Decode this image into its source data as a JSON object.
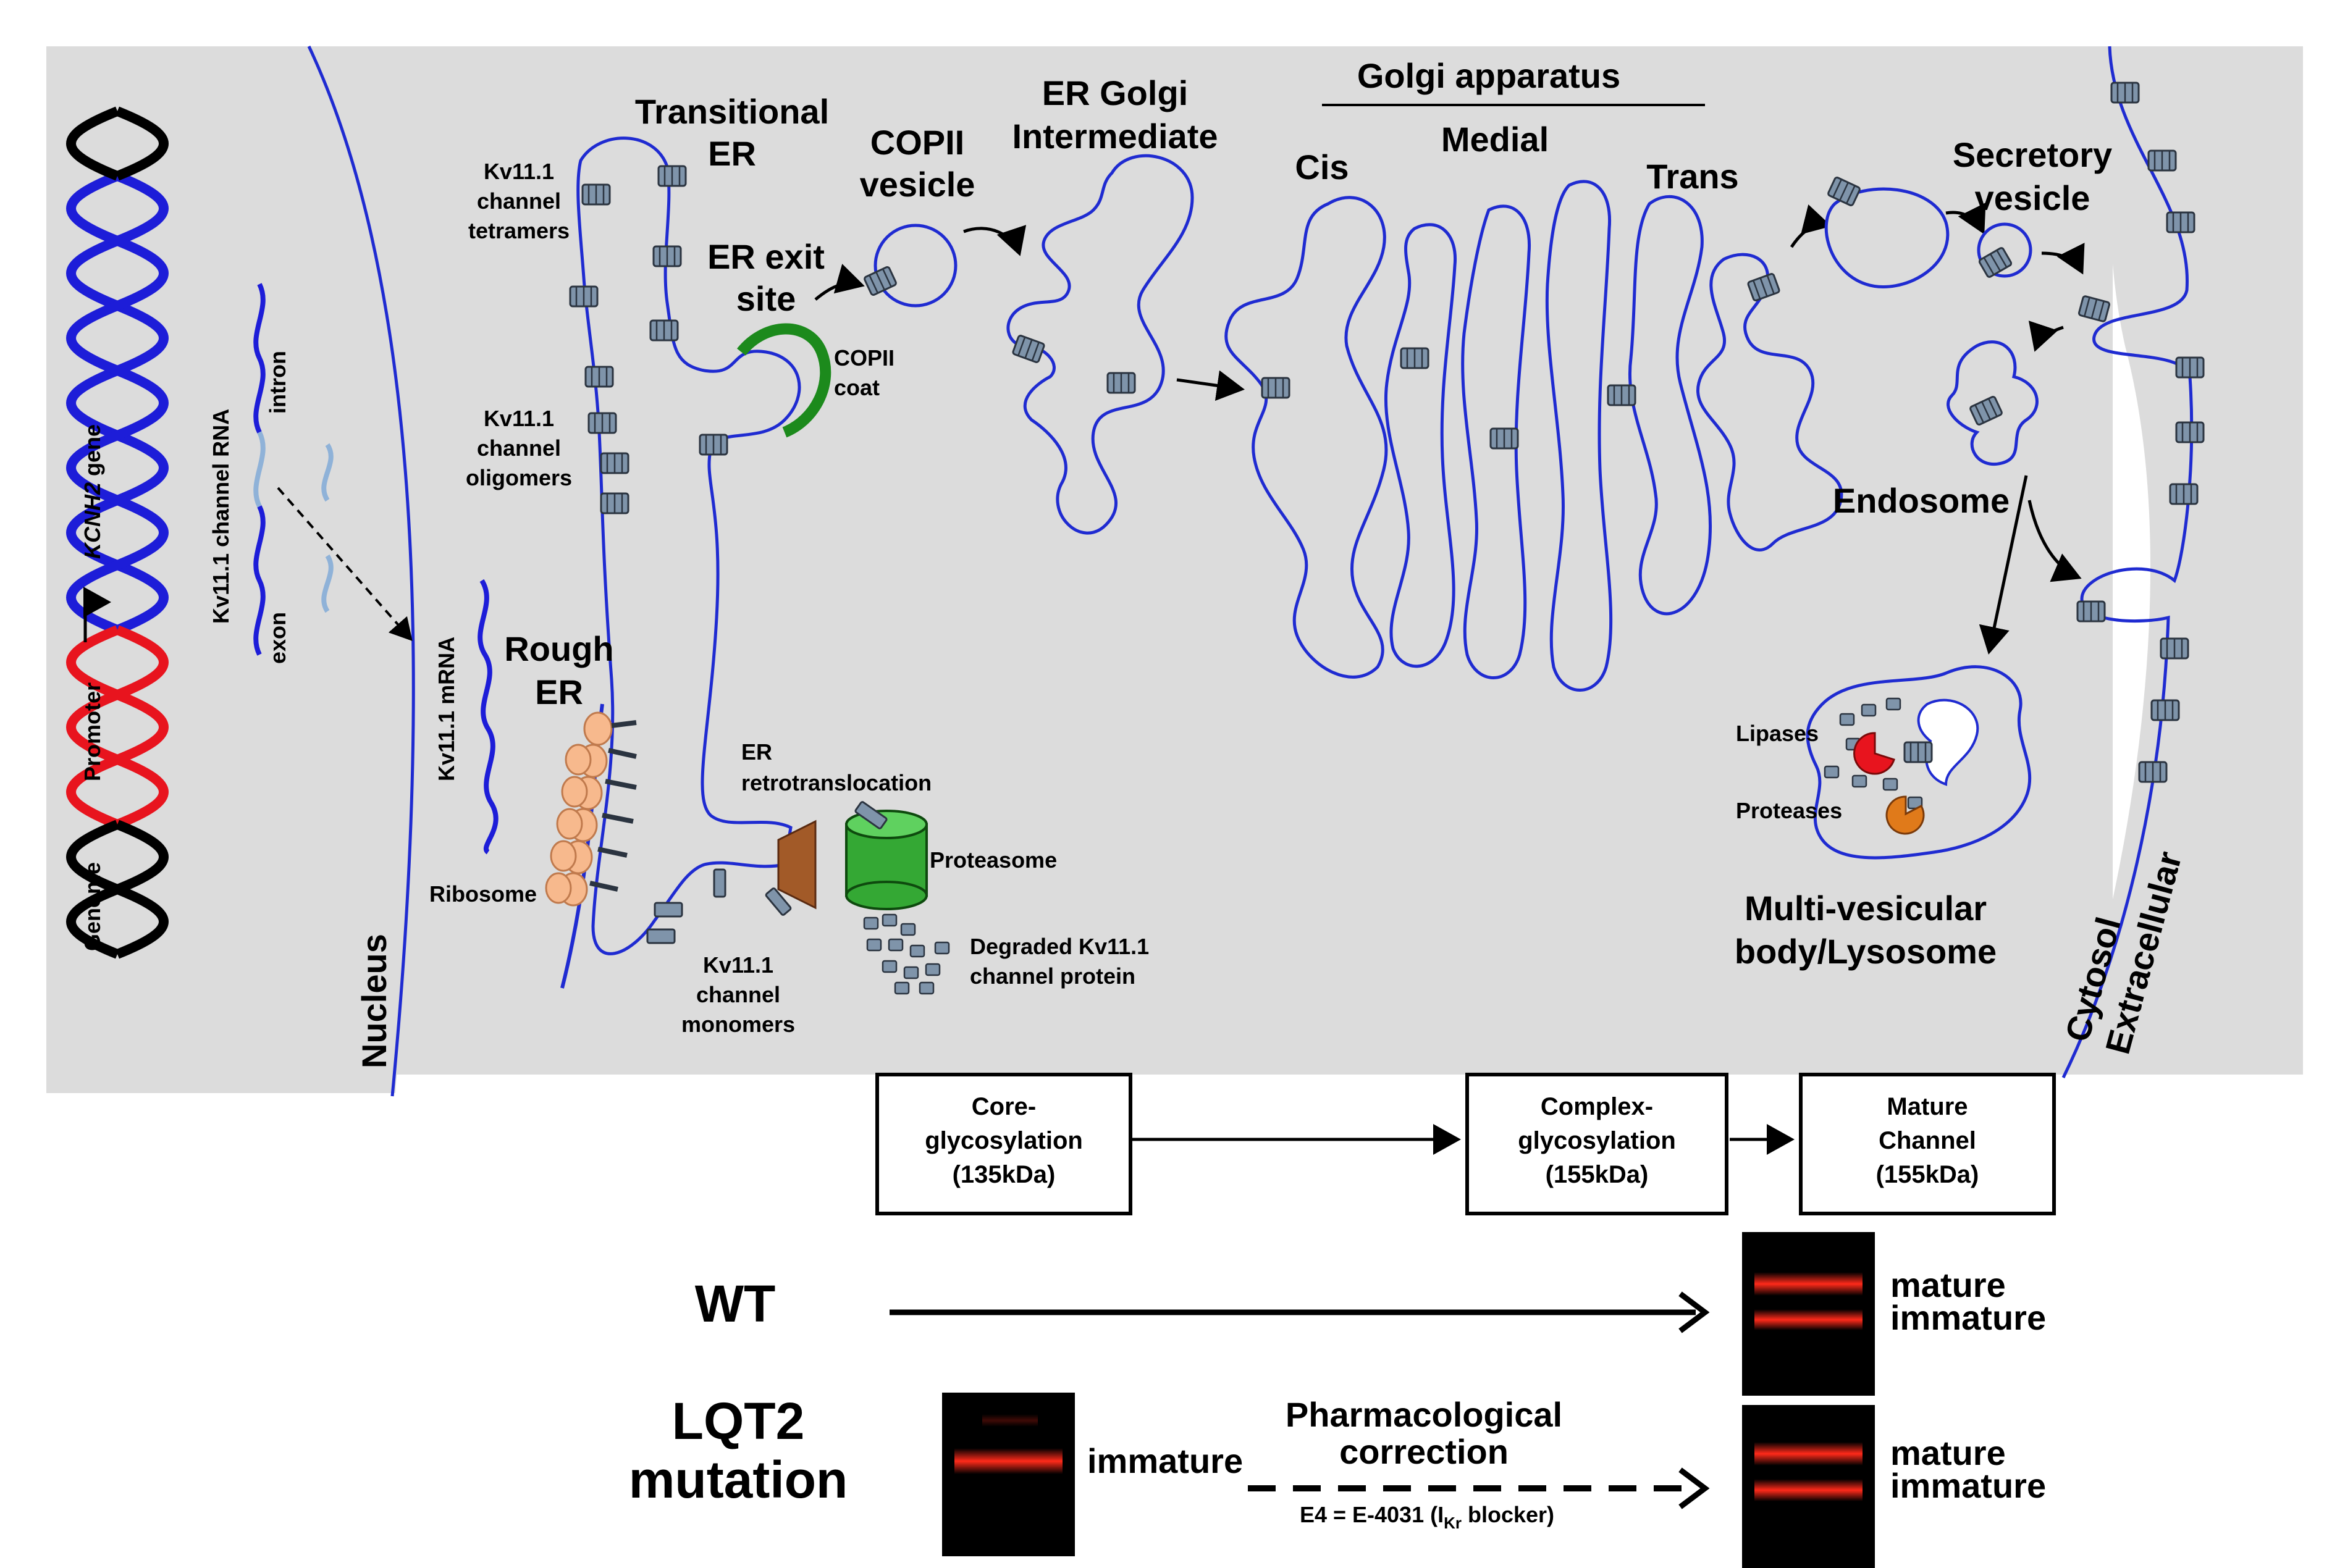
{
  "colors": {
    "membrane": "#1f2bd1",
    "organelle_fill": "#dcdcdc",
    "background_panel": "#dcdcdc",
    "channel": "#7f94aa",
    "ribosome": "#f7b98d",
    "copii_coat": "#1c8a1c",
    "proteasome": "#34a834",
    "retrotranslocon": "#a25a28",
    "lipase": "#e8141e",
    "protease": "#e07a1a",
    "promoter": "#e8141e",
    "gene": "#1d1dd8",
    "blot_band": "#ff2a1a"
  },
  "labels": {
    "genome": "Genome",
    "promoter": "Promoter",
    "gene_italic": "KCNH2",
    "gene_suffix": " gene",
    "rna": "Kv11.1 channel RNA",
    "intron": "intron",
    "exon": "exon",
    "mrna": "Kv11.1 mRNA",
    "nucleus": "Nucleus",
    "transitional_er_1": "Transitional",
    "transitional_er_2": "ER",
    "tetramers": [
      "Kv11.1",
      "channel",
      "tetramers"
    ],
    "oligomers": [
      "Kv11.1",
      "channel",
      "oligomers"
    ],
    "monomers": [
      "Kv11.1",
      "channel",
      "monomers"
    ],
    "er_exit_1": "ER exit",
    "er_exit_2": "site",
    "copii_vesicle_1": "COPII",
    "copii_vesicle_2": "vesicle",
    "copii_coat_1": "COPII",
    "copii_coat_2": "coat",
    "ergic_1": "ER Golgi",
    "ergic_2": "Intermediate",
    "golgi": "Golgi apparatus",
    "cis": "Cis",
    "medial": "Medial",
    "trans": "Trans",
    "secretory_1": "Secretory",
    "secretory_2": "vesicle",
    "endosome": "Endosome",
    "rough_er_1": "Rough",
    "rough_er_2": "ER",
    "ribosome": "Ribosome",
    "retro_1": "ER",
    "retro_2": "retrotranslocation",
    "proteasome": "Proteasome",
    "degraded_1": "Degraded Kv11.1",
    "degraded_2": "channel protein",
    "lipases": "Lipases",
    "proteases": "Proteases",
    "mvb_1": "Multi-vesicular",
    "mvb_2": "body/Lysosome",
    "cytosol": "Cytosol",
    "extracellular": "Extracellular"
  },
  "boxes": [
    {
      "line1": "Core-",
      "line2": "glycosylation",
      "line3": "(135kDa)"
    },
    {
      "line1": "Complex-",
      "line2": "glycosylation",
      "line3": "(155kDa)"
    },
    {
      "line1": "Mature",
      "line2": "Channel",
      "line3": "(155kDa)"
    }
  ],
  "western": {
    "wt": "WT",
    "lqt2_1": "LQT2",
    "lqt2_2": "mutation",
    "mature": "mature",
    "immature": "immature",
    "pharm_1": "Pharmacological",
    "pharm_2": "correction",
    "e4_prefix": "E4 = E-4031 (I",
    "e4_sub": "Kr",
    "e4_suffix": " blocker)"
  }
}
